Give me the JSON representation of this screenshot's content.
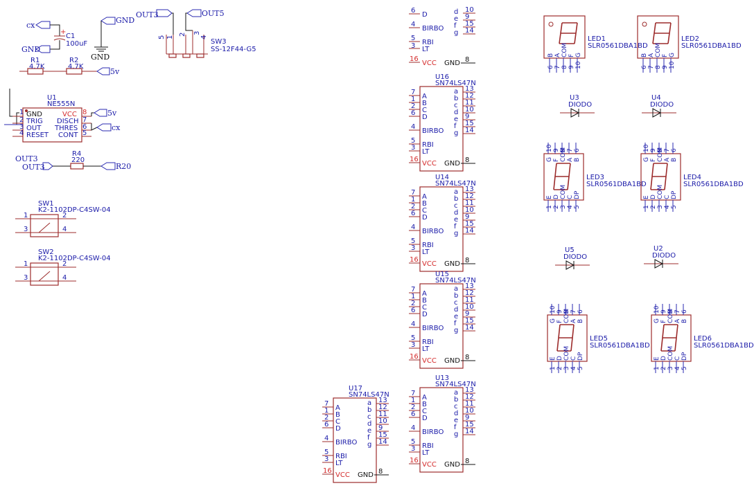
{
  "net_labels": {
    "cx": "cx",
    "gnd": "GND",
    "v5": "5v",
    "out3": "OUT3",
    "out5": "OUT5",
    "r20": "R20"
  },
  "components": {
    "c1": {
      "ref": "C1",
      "value": "100uF"
    },
    "r1": {
      "ref": "R1",
      "value": "4.7K"
    },
    "r2": {
      "ref": "R2",
      "value": "4.7K"
    },
    "r4": {
      "ref": "R4",
      "value": "220"
    },
    "u1": {
      "ref": "U1",
      "value": "NE555N",
      "pins_left": [
        "GND",
        "TRIG",
        "OUT",
        "RESET"
      ],
      "pins_right": [
        "DISCH",
        "THRES",
        "CONT"
      ],
      "vcc": "VCC",
      "nums_left": [
        "1",
        "2",
        "3",
        "4"
      ],
      "nums_right": [
        "8",
        "7",
        "6",
        "5"
      ]
    },
    "sw1": {
      "ref": "SW1",
      "value": "K2-1102DP-C4SW-04"
    },
    "sw2": {
      "ref": "SW2",
      "value": "K2-1102DP-C4SW-04"
    },
    "sw3": {
      "ref": "SW3",
      "value": "SS-12F44-G5"
    },
    "sw_pins": [
      "1",
      "2",
      "3",
      "4"
    ],
    "sw3_pins": [
      "5",
      "1",
      "2",
      "3",
      "4"
    ]
  },
  "decoder": {
    "value": "SN74LS47N",
    "left_labels": [
      "A",
      "B",
      "C",
      "D",
      "BIRBO",
      "RBI",
      "LT"
    ],
    "left_nums": [
      "7",
      "1",
      "2",
      "6",
      "4",
      "5",
      "3"
    ],
    "right_labels": [
      "a",
      "b",
      "c",
      "d",
      "e",
      "f",
      "g"
    ],
    "right_nums": [
      "13",
      "12",
      "11",
      "10",
      "9",
      "15",
      "14"
    ],
    "vcc": "VCC",
    "vcc_num": "16",
    "gnd": "GND",
    "gnd_num": "8",
    "refs": [
      "U16",
      "U14",
      "U15",
      "U13",
      "U17"
    ]
  },
  "display": {
    "value": "SLR0561DBA1BD",
    "refs": [
      "LED1",
      "LED2",
      "LED3",
      "LED4",
      "LED5",
      "LED6"
    ],
    "pins_upper": [
      "B",
      "A",
      "COM",
      "F",
      "G"
    ],
    "nums_upper": [
      "6",
      "7",
      "8",
      "9",
      "10"
    ],
    "pins_lower": [
      "E",
      "D",
      "COM",
      "C",
      "DP"
    ],
    "nums_lower": [
      "1",
      "2",
      "3",
      "4",
      "5"
    ]
  },
  "diodes": {
    "value": "DIODO",
    "refs": [
      "U3",
      "U4",
      "U5",
      "U2"
    ]
  }
}
